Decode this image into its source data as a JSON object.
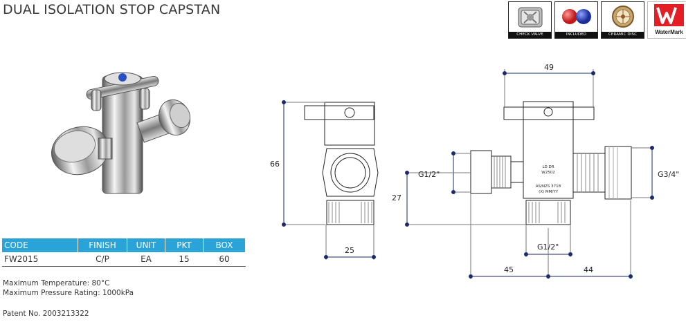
{
  "title": "DUAL ISOLATION STOP CAPSTAN",
  "badges": [
    {
      "icon": "check-valve-icon",
      "label": "CHECK VALVE"
    },
    {
      "icon": "included-handles-icon",
      "label": "INCLUDED"
    },
    {
      "icon": "ceramic-disc-icon",
      "label": "CERAMIC DISC"
    },
    {
      "icon": "watermark-logo-icon",
      "label": "WaterMark"
    }
  ],
  "table": {
    "headers": [
      "CODE",
      "FINISH",
      "UNIT",
      "PKT",
      "BOX"
    ],
    "rows": [
      [
        "FW2015",
        "C/P",
        "EA",
        "15",
        "60"
      ]
    ]
  },
  "notes": {
    "max_temp": "Maximum Temperature: 80°C",
    "max_pressure": "Maximum Pressure Rating: 1000kPa"
  },
  "patent": "Patent No. 2003213322",
  "dimensions": {
    "top_width": "49",
    "height": "66",
    "side_width": "25",
    "inlet_left": "G1/2\"",
    "outlet_right": "G3/4\"",
    "center_height": "27",
    "bottom_thread": "G1/2\"",
    "left_span": "45",
    "right_span": "44"
  },
  "body_markings": [
    "LD DR",
    "W2502",
    "AS/NZS 3718",
    "(X) MM/YY"
  ],
  "colors": {
    "header_blue": "#2aa3d9",
    "dim_line": "#1a2a6c",
    "handle_red": "#d42a2a",
    "handle_blue": "#2a3fb0"
  }
}
